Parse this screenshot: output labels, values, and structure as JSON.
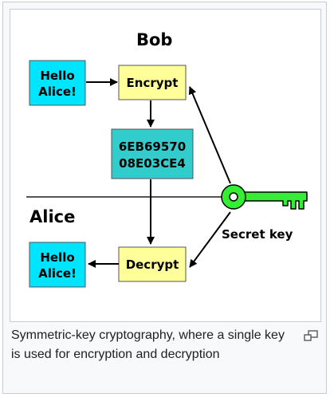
{
  "diagram": {
    "bob_label": "Bob",
    "alice_label": "Alice",
    "plaintext_top": [
      "Hello",
      "Alice!"
    ],
    "plaintext_bottom": [
      "Hello",
      "Alice!"
    ],
    "encrypt_label": "Encrypt",
    "decrypt_label": "Decrypt",
    "ciphertext": [
      "6EB69570",
      "08E03CE4"
    ],
    "key_label": "Secret key",
    "colors": {
      "plaintext_fill": "#00e5ff",
      "process_fill": "#ffff99",
      "cipher_fill": "#33cccc",
      "key_fill": "#33ee33",
      "line": "#000000"
    }
  },
  "caption": {
    "text": "Symmetric-key cryptography, where a single key is used for encryption and decryption"
  },
  "icons": {
    "enlarge": "magnify-clip-icon"
  }
}
